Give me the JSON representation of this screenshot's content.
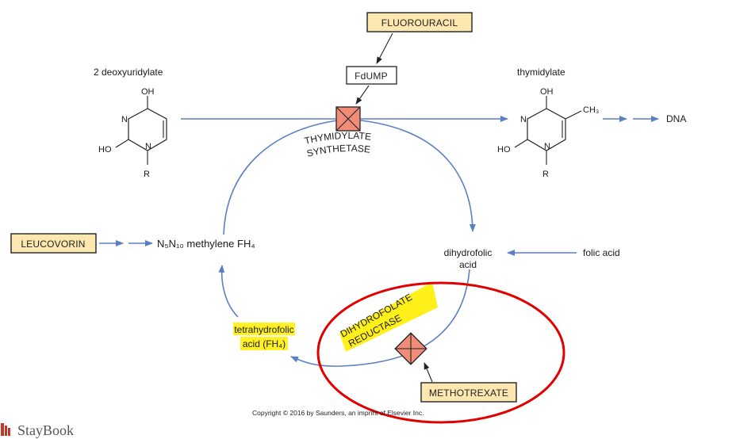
{
  "labels": {
    "deoxyuridylate": "2 deoxyuridylate",
    "thymidylate": "thymidylate",
    "dna": "DNA",
    "methylene_fh4": "N₅N₁₀ methylene FH₄",
    "dihydrofolic_1": "dihydrofolic",
    "dihydrofolic_2": "acid",
    "folic_acid": "folic acid",
    "tetrahydrofolic_1": "tetrahydrofolic",
    "tetrahydrofolic_2": "acid (FH₄)"
  },
  "boxes": {
    "fluorouracil": "FLUOROURACIL",
    "fdump": "FdUMP",
    "leucovorin": "LEUCOVORIN",
    "methotrexate": "METHOTREXATE"
  },
  "enzymes": {
    "ts_line1": "THYMIDYLATE",
    "ts_line2": "SYNTHETASE",
    "dhfr_line1": "DIHYDROFOLATE",
    "dhfr_line2": "REDUCTASE"
  },
  "structure": {
    "oh": "OH",
    "n": "N",
    "ho": "HO",
    "r": "R",
    "ch3": "CH₃"
  },
  "copyright": "Copyright © 2016 by Saunders, an imprint of Elsevier Inc.",
  "brand": "StayBook",
  "colors": {
    "arrow": "#5b7fc4",
    "box_fill": "#fde7b0",
    "enzyme_fill": "#f08c78",
    "highlight": "#ffee00",
    "circle": "#e00000"
  }
}
